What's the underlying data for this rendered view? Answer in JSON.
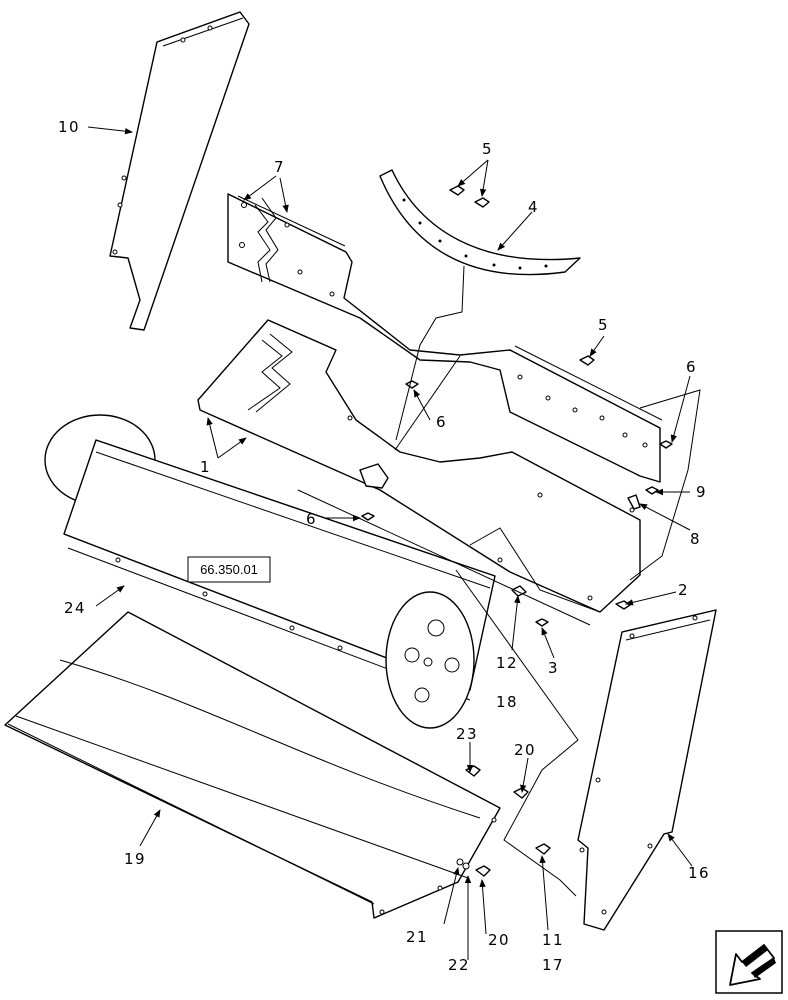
{
  "reference_box": "66.350.01",
  "callouts": {
    "c1": "1",
    "c2": "2",
    "c3": "3",
    "c4": "4",
    "c5a": "5",
    "c5b": "5",
    "c6a": "6",
    "c6b": "6",
    "c6c": "6",
    "c7": "7",
    "c8": "8",
    "c9": "9",
    "c10": "10",
    "c11": "11",
    "c12": "12",
    "c16": "16",
    "c17": "17",
    "c18": "18",
    "c19": "19",
    "c20a": "20",
    "c20b": "20",
    "c21": "21",
    "c22": "22",
    "c23": "23",
    "c24": "24"
  },
  "icons": {
    "nav_arrow": "previous-page-arrow-icon"
  }
}
